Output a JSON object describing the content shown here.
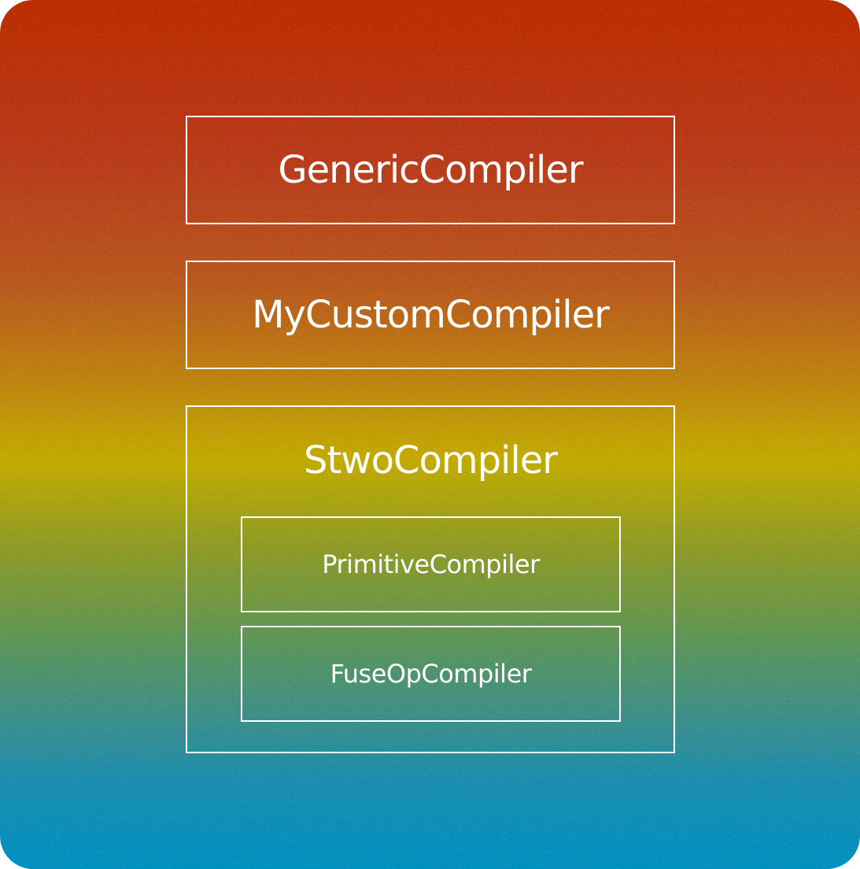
{
  "diagram": {
    "boxes": {
      "generic": "GenericCompiler",
      "custom": "MyCustomCompiler",
      "stwo": "StwoCompiler",
      "primitive": "PrimitiveCompiler",
      "fuse": "FuseOpCompiler"
    },
    "colors": {
      "gradient_top": "#bb2c00",
      "gradient_middle": "#c2ab00",
      "gradient_bottom": "#0090c0",
      "stroke": "#ffffff",
      "text": "#ffffff"
    }
  }
}
